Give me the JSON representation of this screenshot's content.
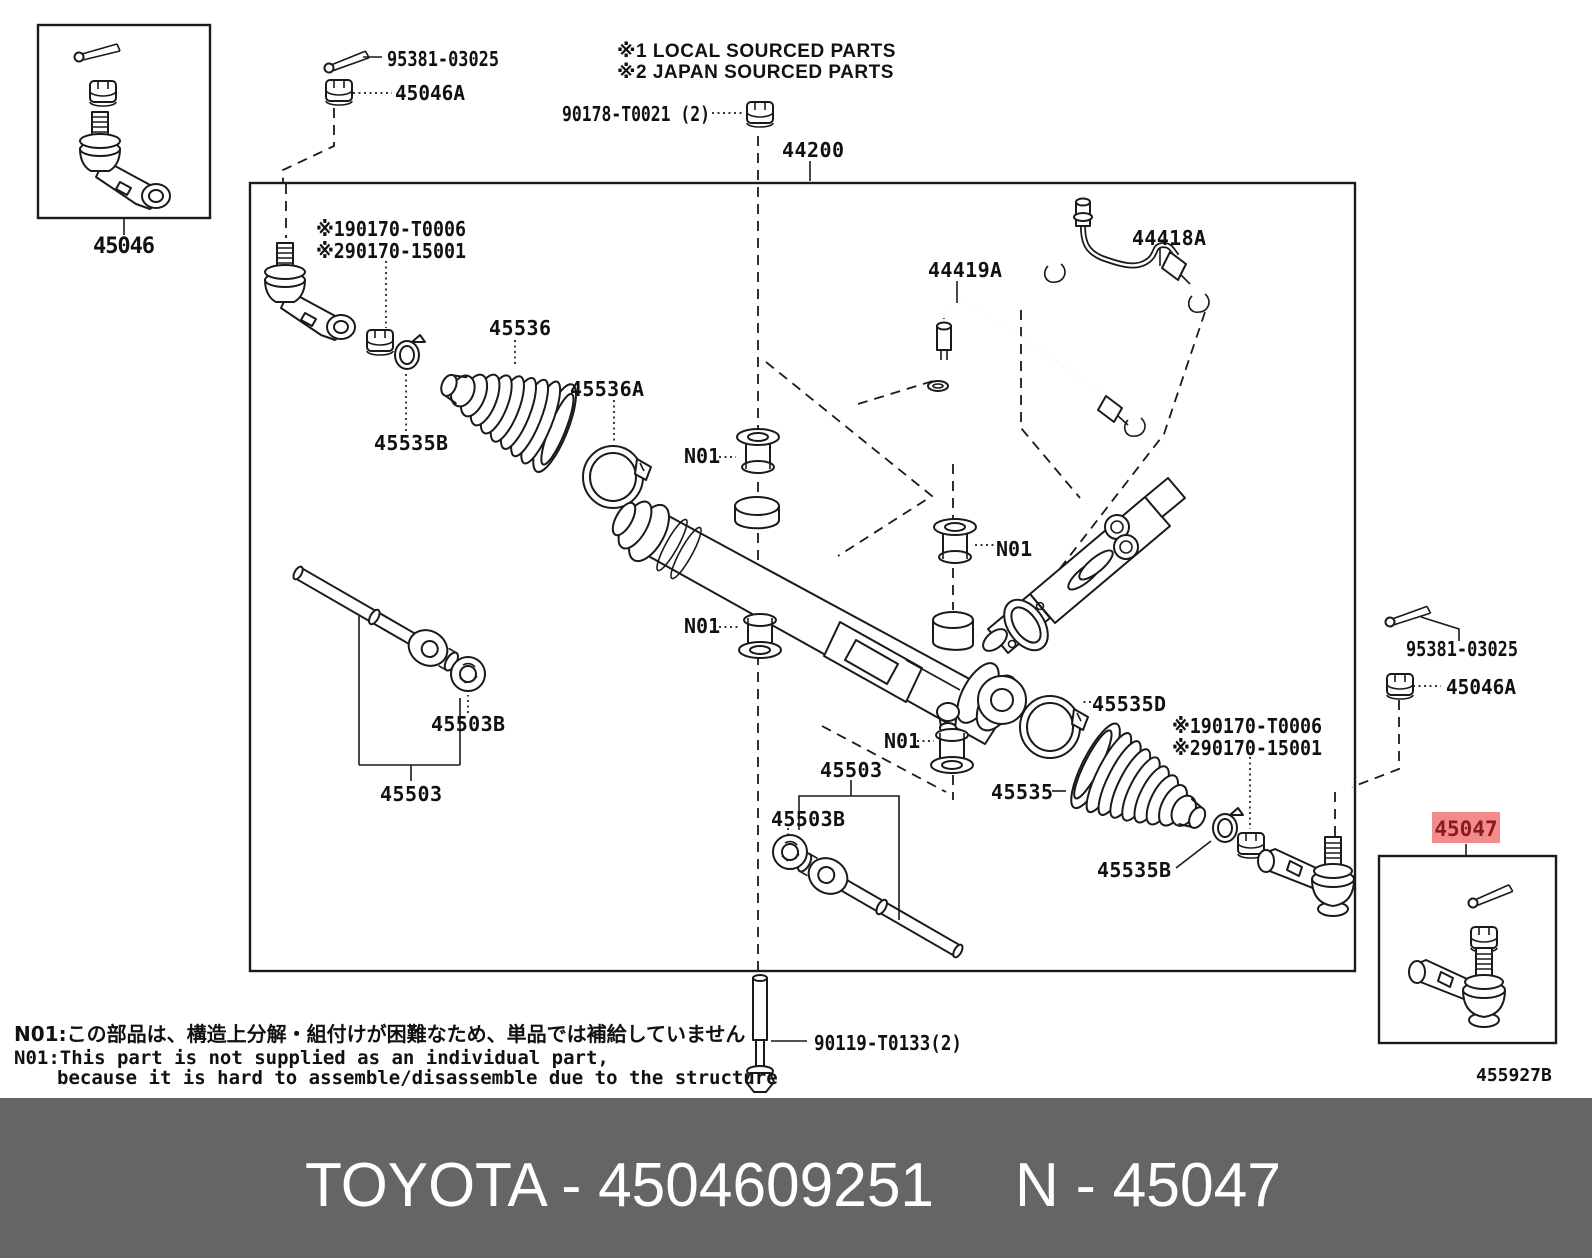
{
  "diagram": {
    "notes": {
      "sourcing_1": "※1 LOCAL SOURCED PARTS",
      "sourcing_2": "※2 JAPAN SOURCED PARTS",
      "n01_ja": "N01:この部品は、構造上分解・組付けが困難なため、単品では補給していません",
      "n01_en_line1": "N01:This part is not supplied as an individual part,",
      "n01_en_line2": "because it is hard to assemble/disassemble due to the structure",
      "drawing_ref": "455927B"
    },
    "parts": {
      "p45046": "45046",
      "p95381": "95381-03025",
      "p45046a": "45046A",
      "p90178": "90178-T0021 (2)",
      "p44200": "44200",
      "p190170": "※190170-T0006",
      "p290170": "※290170-15001",
      "p45536": "45536",
      "p45536a": "45536A",
      "p45535b": "45535B",
      "p44419a": "44419A",
      "p44418a": "44418A",
      "n01": "N01",
      "p45503": "45503",
      "p45503b": "45503B",
      "p45535d": "45535D",
      "p45535": "45535",
      "p45047": "45047",
      "p90119": "90119-T0133(2)"
    },
    "highlight": {
      "bg": "#F28B8B",
      "fg": "#8B1A1A"
    },
    "banner": {
      "left": "TOYOTA - 4504609251",
      "right": "N - 45047",
      "bg": "#656567",
      "fg": "#ffffff"
    }
  }
}
